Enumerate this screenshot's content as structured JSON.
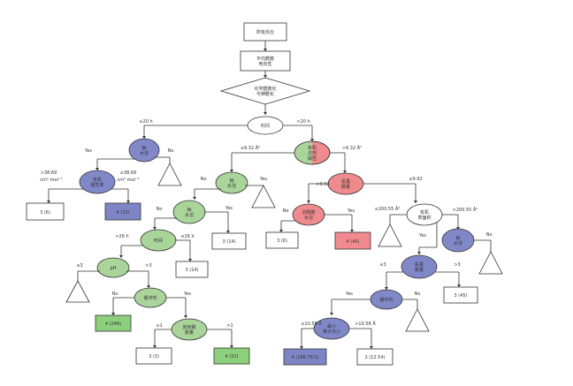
{
  "diagram": {
    "colors": {
      "blue": "#8088c8",
      "green": "#a9d49a",
      "red": "#ef8a8e",
      "white": "#ffffff",
      "leaf_blue": "#7e85c6",
      "leaf_green": "#8ccf7c",
      "leaf_red": "#f08a8f",
      "stroke": "#333333"
    },
    "nodes": {
      "start": "所有反应",
      "avg_charge": [
        "平均酰胺",
        "电负性"
      ],
      "decision": [
        "化学酰胺化",
        "与钾酰化"
      ],
      "time": "时间",
      "n1": [
        "钠",
        "水溶"
      ],
      "organic_solvent": [
        "有机",
        "溶剂",
        "碱性"
      ],
      "organic_polarity": [
        "有机",
        "极性率"
      ],
      "sodium": [
        "钠",
        "水溶"
      ],
      "ester_count": [
        "氨基",
        "数量"
      ],
      "sodium2": [
        "钠",
        "水溶"
      ],
      "amide_solvent": [
        "溶酰胺",
        "水溶"
      ],
      "organic_surface": [
        "有机",
        "表面积"
      ],
      "sodium3": [
        "钠",
        "水溶"
      ],
      "time2": "时间",
      "pH": "pH",
      "catalyst": "缓冲剂",
      "other_carbon": [
        "其他碳",
        "数量"
      ],
      "ester_count2": [
        "氨基",
        "数量"
      ],
      "catalyst2": "缓冲剂",
      "mean_radius": [
        "最小",
        "离子大小"
      ]
    },
    "leaves": {
      "l_3_6a": "3 (6)",
      "l_4_23": "4 (23)",
      "l_3_6b": "3 (6)",
      "l_4_45": "4 (45)",
      "l_3_14a": "3 (14)",
      "l_3_14b": "3 (14)",
      "l_3_45": "3 (45)",
      "l_4_246": "4 (246)",
      "l_3_3": "3 (3)",
      "l_4_21": "4 (21)",
      "l_4_196": "4 (196.75/1)",
      "l_3_1254": "3 (12.54)"
    },
    "edges": {
      "le20h": "≤20 h",
      "gt20h": ">20 h",
      "yes": "Yes",
      "no": "No",
      "gt3869": ">38.69",
      "le3869": "≤38.69",
      "unit_a": "cm² mol⁻¹",
      "unit_b": "cm² mol⁻¹",
      "le932": "≤9.32 Å²",
      "gt932": ">9.32 Å²",
      "gt992": ">9.92",
      "le992": "≤9.92",
      "le20055": "≤200.55 Å²",
      "gt20055": ">200.55 Å²",
      "gt26h": ">26 h",
      "le26h": "≤26 h",
      "le3": "≤3",
      "gt3": ">3",
      "le3b": "≤3",
      "gt3b": ">3",
      "le1": "≤1",
      "gt1": ">1",
      "le1058": "≤10.58 Å",
      "gt1058": ">10.58 Å"
    }
  }
}
